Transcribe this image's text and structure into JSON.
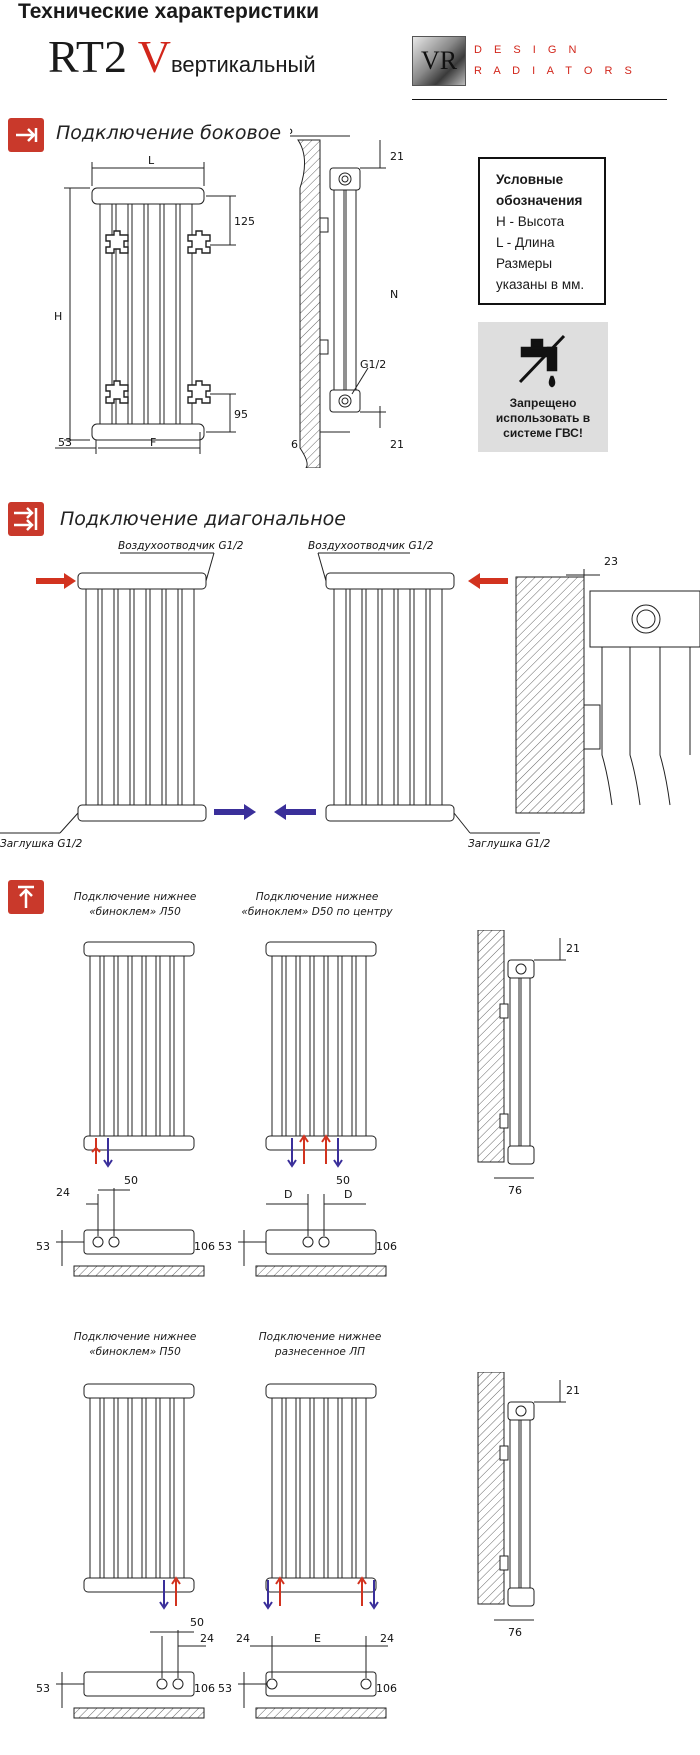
{
  "header": {
    "subtitle": "Технические характеристики",
    "model": "RT2",
    "model_v": "V",
    "model_suffix": "вертикальный",
    "logo": "VR",
    "brand_line1": "D E S I G N",
    "brand_line2": "R A D I A T O R S",
    "accent_color": "#d2261b"
  },
  "sections": {
    "side": {
      "title": "Подключение боковое",
      "icon": "side-connection-icon"
    },
    "diagonal": {
      "title": "Подключение диагональное",
      "icon": "diagonal-connection-icon"
    },
    "bottom": {
      "icon": "bottom-connection-icon"
    }
  },
  "legend": {
    "title": "Условные обозначения",
    "line1": "H - Высота",
    "line2": "L - Длина",
    "line3": "Размеры указаны в мм."
  },
  "warning": {
    "icon": "no-tap-water-icon",
    "text": "Запрещено использовать в системе ГВС!"
  },
  "side_dims": {
    "L": "L",
    "H": "H",
    "F": "F",
    "d125": "125",
    "d95": "95",
    "d53": "53",
    "d106": "106",
    "d21a": "21",
    "N": "N",
    "thread": "G1/2",
    "d76": "76",
    "d21b": "21"
  },
  "diagonal_labels": {
    "air_vent_left": "Воздухоотводчик G1/2",
    "air_vent_right": "Воздухоотводчик G1/2",
    "plug_left": "Заглушка G1/2",
    "plug_right": "Заглушка G1/2",
    "d23": "23"
  },
  "bottom_captions": {
    "c1a": "Подключение нижнее",
    "c1b": "«биноклем» Л50",
    "c2a": "Подключение нижнее",
    "c2b": "«биноклем» D50 по центру",
    "c3a": "Подключение нижнее",
    "c3b": "«биноклем» П50",
    "c4a": "Подключение нижнее",
    "c4b": "разнесенное ЛП"
  },
  "bottom_dims": {
    "p1": {
      "d24": "24",
      "d50": "50",
      "d53": "53",
      "d106": "106"
    },
    "p2": {
      "D1": "D",
      "D2": "D",
      "d50": "50",
      "d53": "53",
      "d106": "106"
    },
    "p3": {
      "d50": "50",
      "d24": "24",
      "d53": "53",
      "d106": "106"
    },
    "p4": {
      "d24a": "24",
      "E": "E",
      "d24b": "24",
      "d53": "53",
      "d106": "106"
    },
    "wall1": {
      "d106": "106",
      "d21": "21",
      "d76": "76"
    },
    "wall2": {
      "d106": "106",
      "d21": "21",
      "d76": "76"
    }
  },
  "arrow_colors": {
    "supply": "#d2331f",
    "return": "#3a2f9a"
  }
}
